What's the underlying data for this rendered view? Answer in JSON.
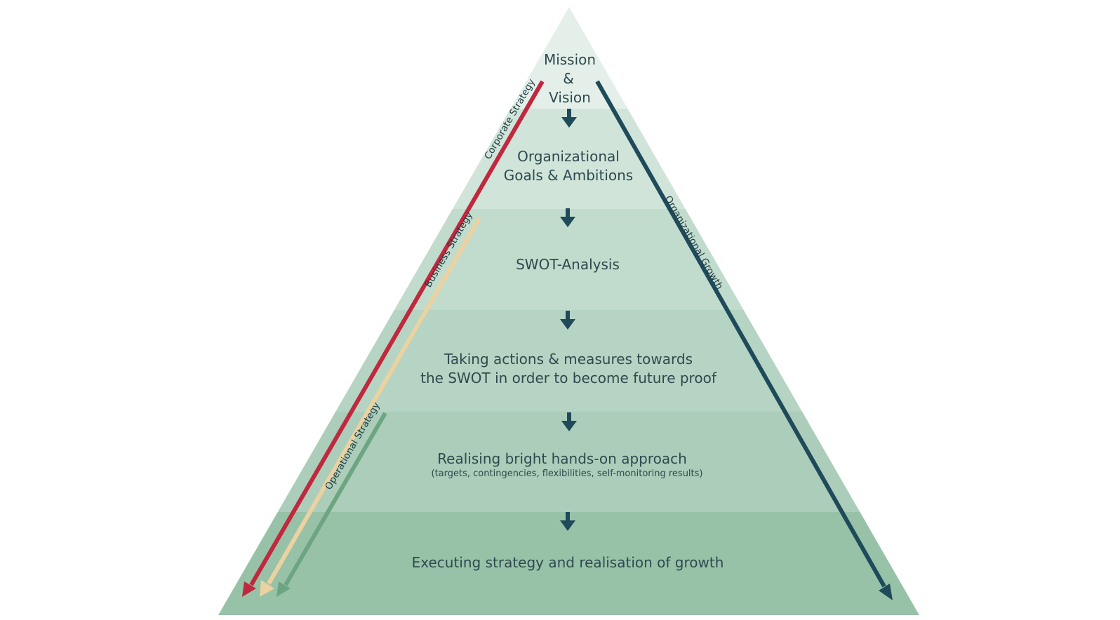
{
  "colors": {
    "band_1": "#e4efe9",
    "band_2": "#d1e4d9",
    "band_3": "#c1dbcd",
    "band_4": "#b5d4c3",
    "band_5": "#abcdb9",
    "band_6": "#98c2a7",
    "text": "#2e4a4f",
    "down_arrow": "#1e4a5a",
    "corporate_strategy": "#c0283e",
    "business_strategy": "#ecd2a0",
    "operational_strategy": "#6da583",
    "organizational_growth": "#1e4a5a"
  },
  "levels": [
    {
      "line1": "Mission",
      "line2": "&",
      "line3": "Vision"
    },
    {
      "line1": "Organizational",
      "line2": "Goals & Ambitions"
    },
    {
      "line1": "SWOT-Analysis"
    },
    {
      "line1": "Taking actions & measures towards",
      "line2": "the SWOT in order to become future proof"
    },
    {
      "line1": "Realising bright hands-on approach",
      "sub": "(targets, contingencies, flexibilities, self-monitoring results)"
    },
    {
      "line1": "Executing strategy and realisation of growth"
    }
  ],
  "arrows": {
    "corporate_strategy": "Corporate Strategy",
    "business_strategy": "Business Strategy",
    "operational_strategy": "Operational Strategy",
    "organizational_growth": "Organizational Growth"
  }
}
